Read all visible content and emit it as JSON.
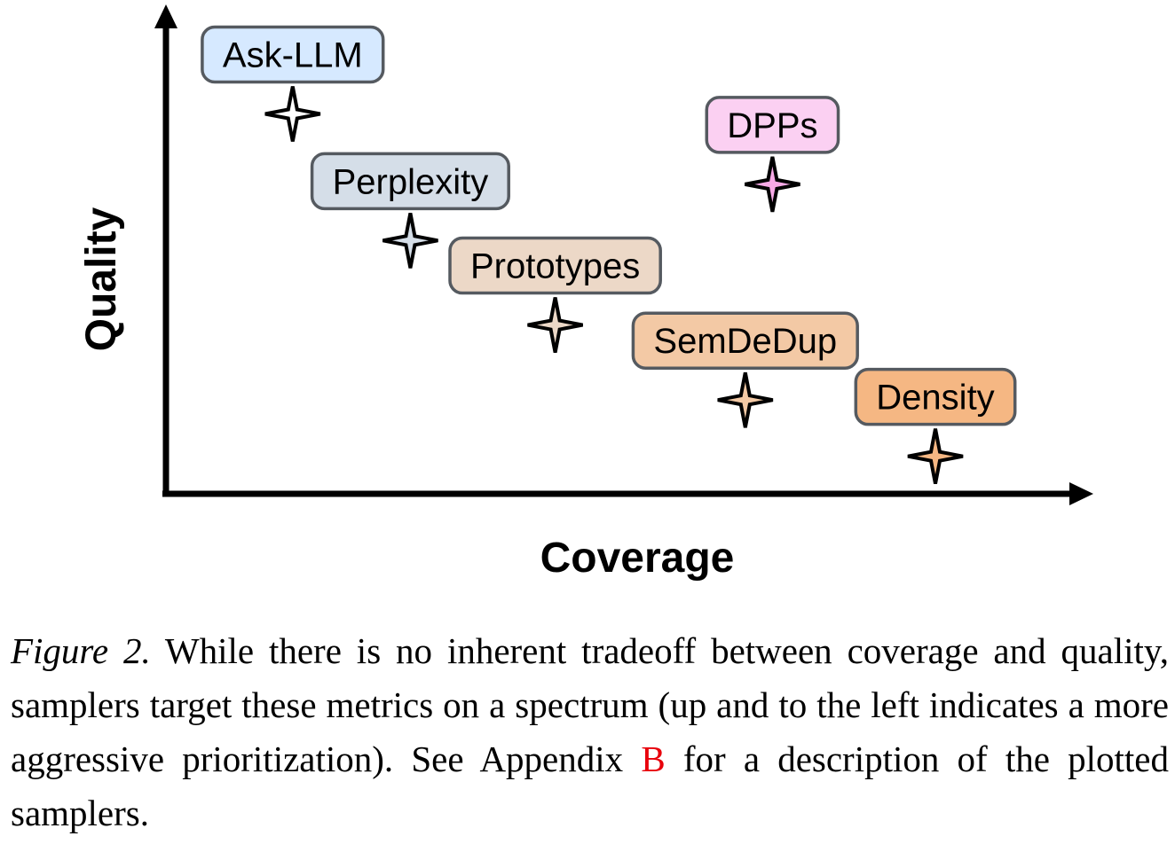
{
  "chart_data": {
    "type": "scatter",
    "xlabel": "Coverage",
    "ylabel": "Quality",
    "points": [
      {
        "label": "Ask-LLM",
        "x": 1.4,
        "y": 8.1,
        "color": "#d6e9ff",
        "marker_color": "#ffffff"
      },
      {
        "label": "Perplexity",
        "x": 2.7,
        "y": 5.4,
        "color": "#d5dee8",
        "marker_color": "#d5dee8"
      },
      {
        "label": "Prototypes",
        "x": 4.3,
        "y": 3.6,
        "color": "#ecd8c7",
        "marker_color": "#ecd8c7"
      },
      {
        "label": "DPPs",
        "x": 6.7,
        "y": 6.6,
        "color": "#fbd0f2",
        "marker_color": "#f7a9e6"
      },
      {
        "label": "SemDeDup",
        "x": 6.4,
        "y": 2.0,
        "color": "#f3c9a5",
        "marker_color": "#f3c9a5"
      },
      {
        "label": "Density",
        "x": 8.5,
        "y": 0.8,
        "color": "#f5b783",
        "marker_color": "#f5b783"
      }
    ]
  },
  "caption": {
    "figure_label": "Figure 2.",
    "text_before_ref": " While there is no inherent tradeoff between coverage and quality, samplers target these metrics on a spectrum (up and to the left indicates a more aggressive prioritization). See Appendix ",
    "ref": "B",
    "text_after_ref": " for a description of the plotted samplers."
  }
}
